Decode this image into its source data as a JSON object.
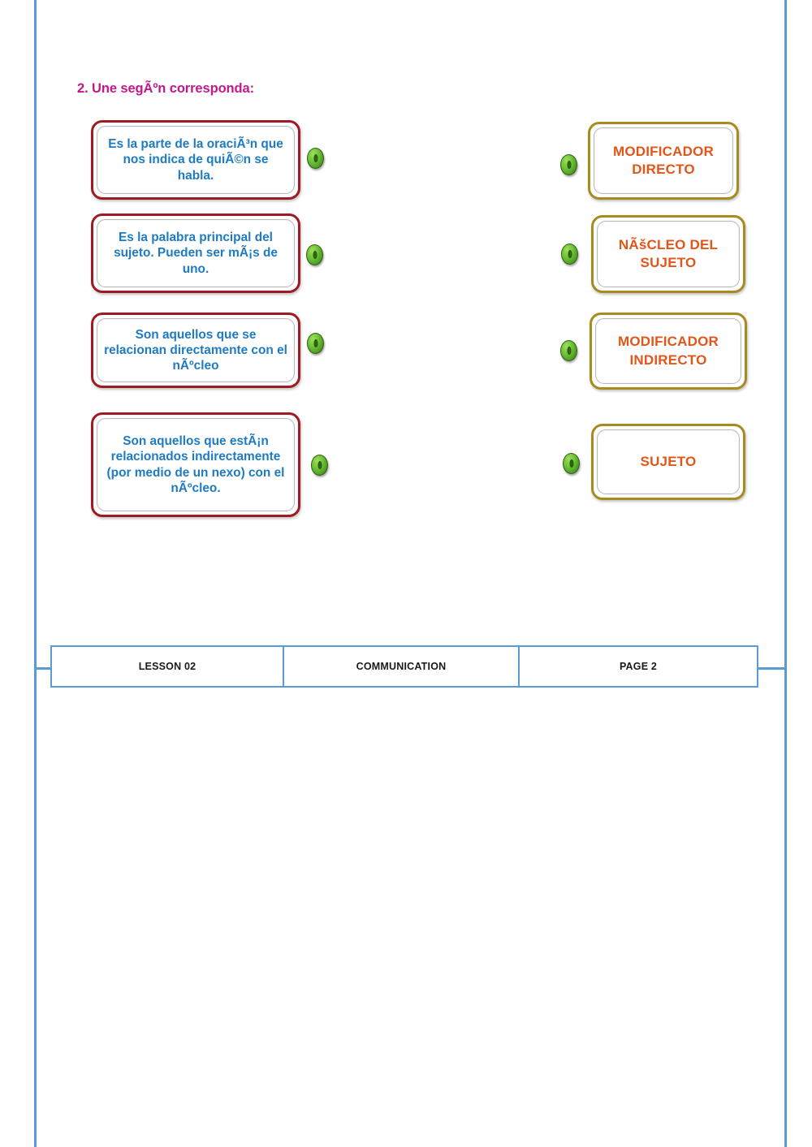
{
  "page": {
    "heading": "2. Une segÃºn corresponda:",
    "accent_heading_color": "#c2188d",
    "frame_line_color": "#5b9bd5"
  },
  "match_exercise": {
    "left_column": [
      {
        "id": "definicion-sujeto",
        "text": "Es la parte de la oraciÃ³n que nos indica de quiÃ©n se habla.",
        "border_color": "#9e1b22",
        "text_color": "#1f7bc1"
      },
      {
        "id": "definicion-nucleo",
        "text": "Es la palabra principal del sujeto.\nPueden ser mÃ¡s de uno.",
        "border_color": "#9e1b22",
        "text_color": "#1f7bc1"
      },
      {
        "id": "definicion-modificador-directo",
        "text": "Son aquellos que se relacionan directamente con el nÃºcleo",
        "border_color": "#9e1b22",
        "text_color": "#1f7bc1"
      },
      {
        "id": "definicion-modificador-indirecto",
        "text": "Son aquellos que estÃ¡n relacionados indirectamente (por medio de un nexo) con el nÃºcleo.",
        "border_color": "#9e1b22",
        "text_color": "#1f7bc1"
      }
    ],
    "right_column": [
      {
        "id": "modificador-directo",
        "text": "MODIFICADOR DIRECTO",
        "border_color": "#a88b1e",
        "text_color": "#e2561a"
      },
      {
        "id": "nucleo-del-sujeto",
        "text": "NÃšCLEO DEL SUJETO",
        "border_color": "#a88b1e",
        "text_color": "#e2561a"
      },
      {
        "id": "modificador-indirecto",
        "text": "MODIFICADOR INDIRECTO",
        "border_color": "#a88b1e",
        "text_color": "#e2561a"
      },
      {
        "id": "sujeto",
        "text": "SUJETO",
        "border_color": "#a88b1e",
        "text_color": "#e2561a"
      }
    ],
    "connector_icon": "green-dot-icon",
    "connector_color": "#72c43a"
  },
  "footer": {
    "cells": [
      {
        "label": "LESSON 02"
      },
      {
        "label": "COMMUNICATION"
      },
      {
        "label": "PAGE 2"
      }
    ]
  }
}
